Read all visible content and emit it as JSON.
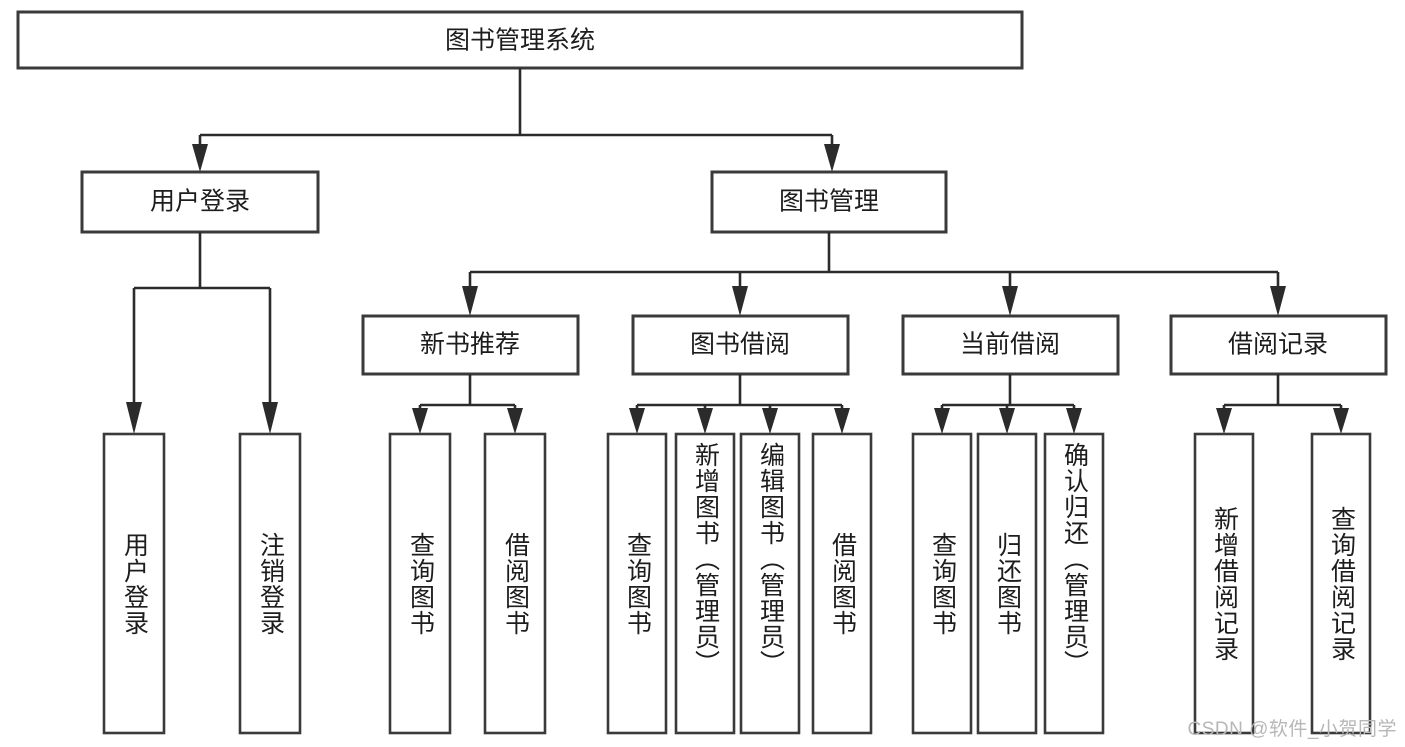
{
  "diagram": {
    "title": "图书管理系统",
    "watermark": "CSDN @软件_小贺同学",
    "colors": {
      "box_stroke": "#3a3a3a",
      "connector": "#2b2b2b",
      "text": "#1d1d1d",
      "background": "#ffffff",
      "watermark": "#b7b7b7"
    },
    "levels": {
      "root": "图书管理系统",
      "level2": [
        "用户登录",
        "图书管理"
      ],
      "level3": [
        "新书推荐",
        "图书借阅",
        "当前借阅",
        "借阅记录"
      ]
    },
    "nodes": {
      "root": {
        "label": "图书管理系统"
      },
      "user_login": {
        "label": "用户登录"
      },
      "book_manage": {
        "label": "图书管理"
      },
      "new_book_rec": {
        "label": "新书推荐"
      },
      "book_borrow": {
        "label": "图书借阅"
      },
      "current_borrow": {
        "label": "当前借阅"
      },
      "borrow_record": {
        "label": "借阅记录"
      }
    },
    "leaves": {
      "user_login": [
        "用户登录",
        "注销登录"
      ],
      "new_book_rec": [
        "查询图书",
        "借阅图书"
      ],
      "book_borrow": [
        "查询图书",
        "新增图书（管理员）",
        "编辑图书（管理员）",
        "借阅图书"
      ],
      "current_borrow": [
        "查询图书",
        "归还图书",
        "确认归还（管理员）"
      ],
      "borrow_record": [
        "新增借阅记录",
        "查询借阅记录"
      ]
    }
  }
}
